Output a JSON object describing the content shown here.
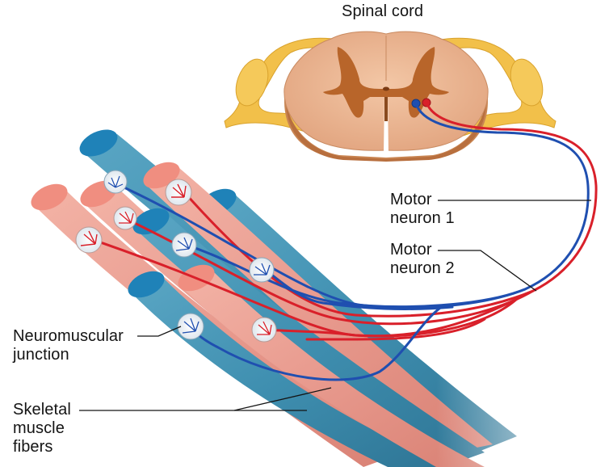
{
  "diagram": {
    "title": "Spinal cord",
    "labels": {
      "motor_neuron_1": "Motor\nneuron 1",
      "motor_neuron_2": "Motor\nneuron 2",
      "neuromuscular_junction": "Neuromuscular\njunction",
      "skeletal_muscle_fibers": "Skeletal\nmuscle\nfibers"
    },
    "colors": {
      "motor_neuron_1": "#1f4fb0",
      "motor_neuron_2": "#d9202a",
      "muscle_fiber_blue": "#3f8fb0",
      "muscle_fiber_red": "#e89a8e",
      "spinal_white_matter": "#e9b08e",
      "spinal_gray_matter": "#b8652a",
      "spinal_nerve": "#f2c04a"
    }
  }
}
